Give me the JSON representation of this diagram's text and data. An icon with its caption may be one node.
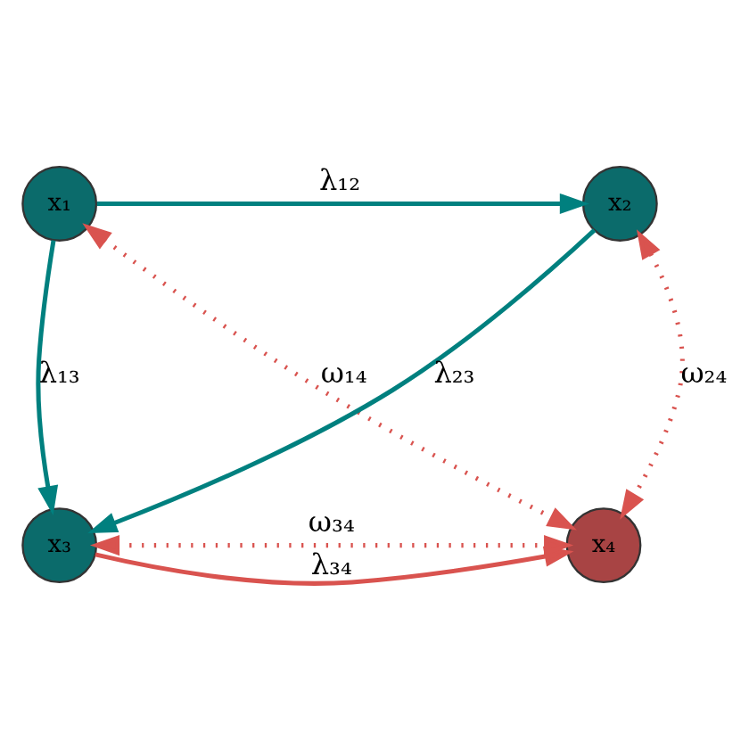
{
  "diagram": {
    "nodes": [
      {
        "text": [
          "x₁"
        ]
      },
      {
        "text": [
          "x₂"
        ]
      },
      {
        "text": [
          "x₃"
        ]
      },
      {
        "text": [
          "x₄"
        ]
      }
    ],
    "edges": [
      {
        "from": 0,
        "to": 1,
        "arrow": "to",
        "label": "λ₁₂",
        "color": "#00807f"
      },
      {
        "from": 1,
        "to": 2,
        "arrow": "to",
        "label": "λ₂₃",
        "color": "#00807f"
      },
      {
        "from": 0,
        "to": 2,
        "arrow": "to",
        "label": "λ₁₃",
        "color": "#00807f"
      },
      {
        "from": 2,
        "to": 3,
        "arrow": "to",
        "label": "λ₃₄",
        "color": "#d9534f"
      },
      {
        "from": 0,
        "to": 3,
        "arrow": "both",
        "label": "ω₁₄",
        "style": "dashed",
        "color": "#d9534f"
      },
      {
        "from": 1,
        "to": 3,
        "arrow": "both",
        "label": "ω₂₄",
        "style": "dashed",
        "color": "#d9534f"
      },
      {
        "from": 2,
        "to": 3,
        "arrow": "both",
        "label": "ω₃₄",
        "style": "dashed",
        "color": "#d9534f"
      }
    ]
  }
}
